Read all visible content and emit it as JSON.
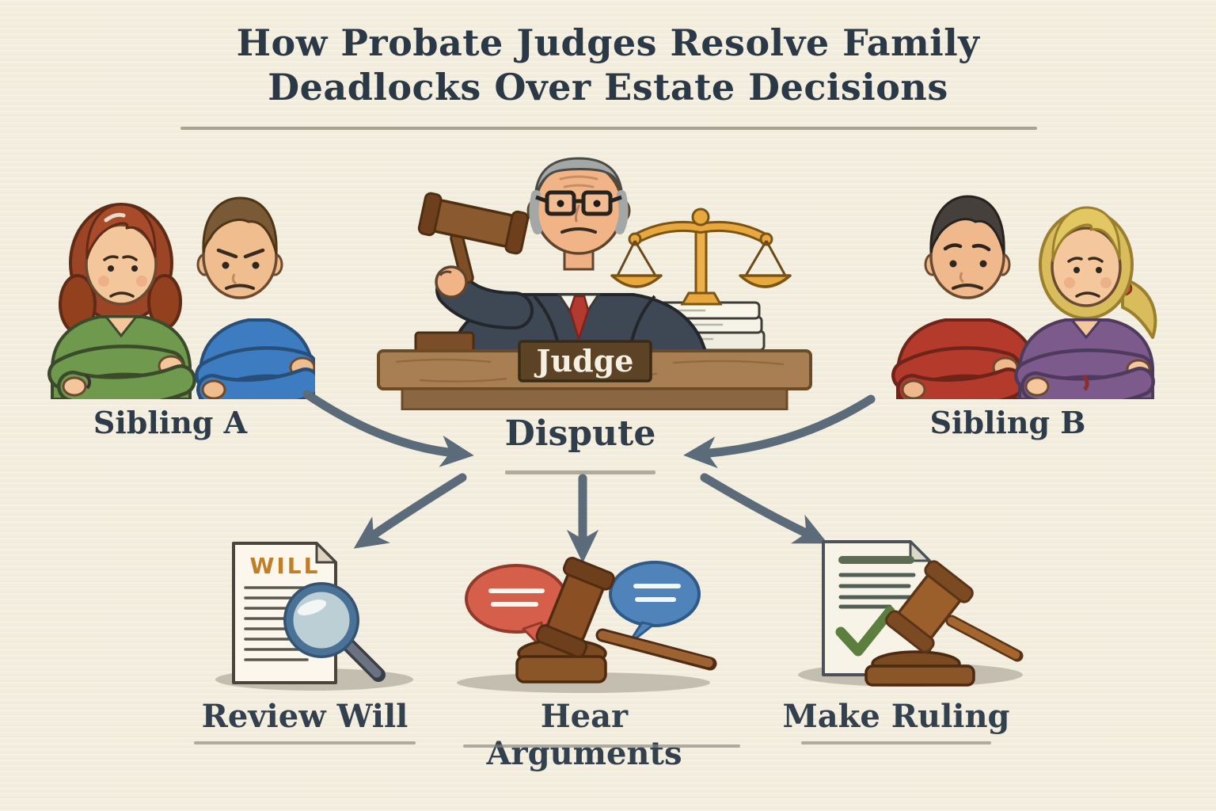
{
  "title": {
    "line1": "How Probate Judges Resolve Family",
    "line2": "Deadlocks Over Estate Decisions"
  },
  "parties": {
    "sibling_a": {
      "label": "Sibling A",
      "members": [
        "woman in green sweater with arms crossed",
        "man in blue sweater with arms crossed"
      ]
    },
    "sibling_b": {
      "label": "Sibling B",
      "members": [
        "man in red sweater with arms crossed",
        "woman in purple sweater with arms crossed"
      ]
    }
  },
  "judge": {
    "nameplate": "Judge",
    "props": [
      "gavel",
      "scales-of-justice",
      "stack-of-papers",
      "wooden-bench"
    ]
  },
  "dispute": {
    "label": "Dispute"
  },
  "steps": {
    "review_will": {
      "label": "Review Will",
      "document_title": "WILL",
      "icons": [
        "will-document",
        "magnifying-glass"
      ]
    },
    "hear_arguments": {
      "label": "Hear Arguments",
      "icons": [
        "red-speech-bubble",
        "blue-speech-bubble",
        "gavel"
      ]
    },
    "make_ruling": {
      "label": "Make Ruling",
      "icons": [
        "ruling-document-with-checkmark",
        "gavel"
      ]
    }
  },
  "flow": {
    "edges": [
      {
        "from": "Sibling A",
        "to": "Dispute"
      },
      {
        "from": "Sibling B",
        "to": "Dispute"
      },
      {
        "from": "Dispute",
        "to": "Review Will"
      },
      {
        "from": "Dispute",
        "to": "Hear Arguments"
      },
      {
        "from": "Dispute",
        "to": "Make Ruling"
      }
    ]
  },
  "colors": {
    "background": "#f3edde",
    "title_text": "#2b3947",
    "label_text": "#33414e",
    "arrow": "#5b6b7a",
    "underline": "#8b867b",
    "nameplate_bg": "#5c4325",
    "nameplate_text": "#f6f0e2",
    "will_text": "#bf7e28",
    "check_green": "#5c7f3f",
    "bubble_red": "#d65f4c",
    "bubble_blue": "#4f83ba",
    "sweater_green": "#6f9a4d",
    "sweater_blue": "#3d7cc1",
    "sweater_red": "#b43a2b",
    "sweater_purple": "#7d5a8c",
    "desk_wood": "#a87f53",
    "gavel_wood": "#8a5a2e",
    "scales_gold": "#e8a83e"
  }
}
